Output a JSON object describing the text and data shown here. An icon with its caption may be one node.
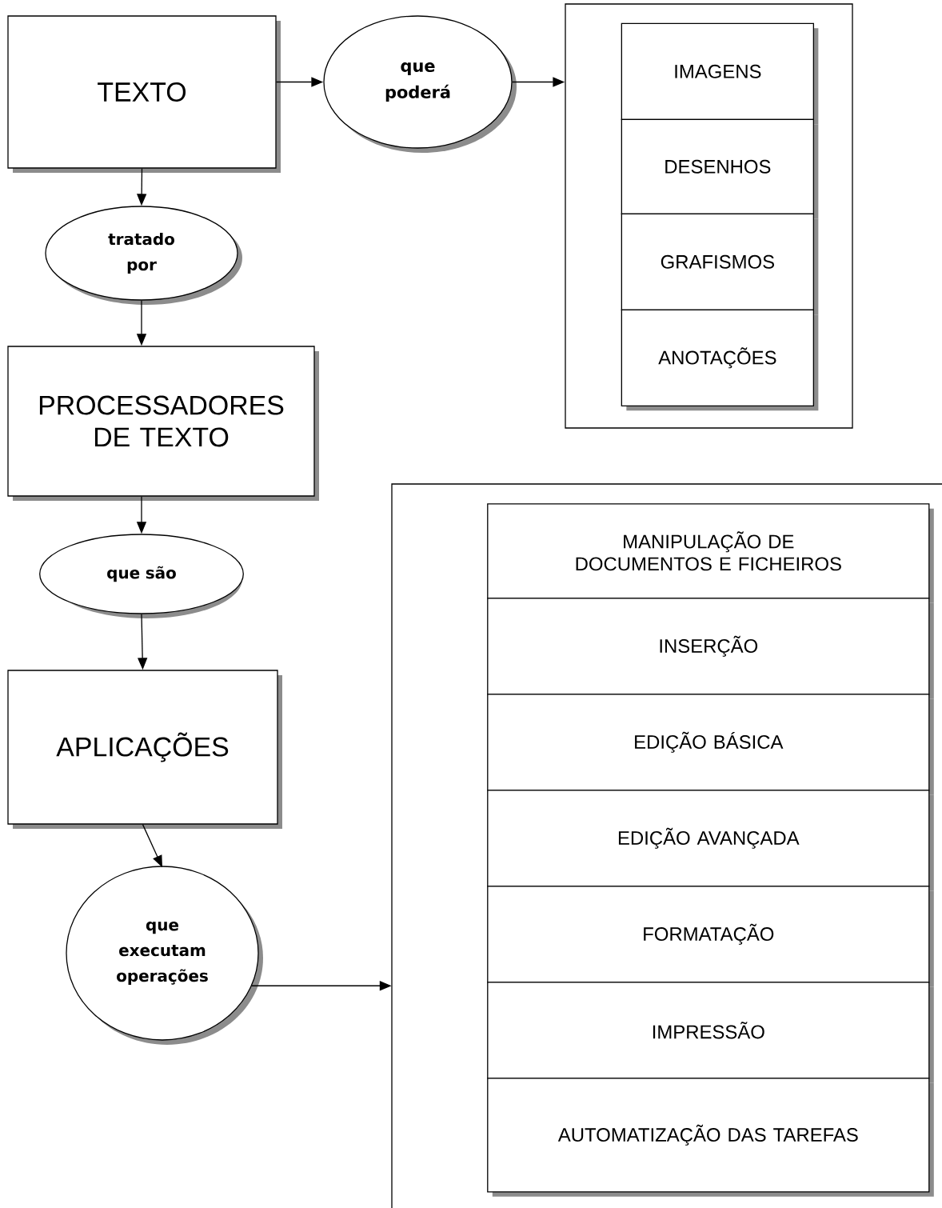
{
  "diagram": {
    "nodes": [
      {
        "text": [
          "TEXTO"
        ]
      },
      {
        "text": [
          "que poderá"
        ]
      },
      {
        "text": [],
        "shape": "box"
      },
      {
        "text": [
          "IMAGENS"
        ],
        "in": 2
      },
      {
        "text": [
          "DESENHOS"
        ],
        "in": 2
      },
      {
        "text": [
          "GRAFISMOS"
        ],
        "in": 2
      },
      {
        "text": [
          "ANOTAÇÕES"
        ],
        "in": 2
      },
      {
        "text": [
          "tratado por"
        ]
      },
      {
        "text": [
          "PROCESSADORES DE TEXTO"
        ]
      },
      {
        "text": [
          "que são"
        ]
      },
      {
        "text": [
          "APLICAÇÕES"
        ]
      },
      {
        "text": [
          "que executam operações"
        ]
      },
      {
        "text": [],
        "shape": "box"
      },
      {
        "text": [
          "MANIPULAÇÃO DE DOCUMENTOS E FICHEIROS"
        ],
        "in": 12
      },
      {
        "text": [
          "INSERÇÃO"
        ],
        "in": 12
      },
      {
        "text": [
          "EDIÇÃO BÁSICA"
        ],
        "in": 12
      },
      {
        "text": [
          "EDIÇÃO AVANÇADA"
        ],
        "in": 12
      },
      {
        "text": [
          "FORMATAÇÃO"
        ],
        "in": 12
      },
      {
        "text": [
          "IMPRESSÃO"
        ],
        "in": 12
      },
      {
        "text": [
          "AUTOMATIZAÇÃO DAS TAREFAS"
        ],
        "in": 12
      }
    ],
    "edges": [
      {
        "from": 0,
        "to": 1,
        "arrow": "to"
      },
      {
        "from": 1,
        "to": 2,
        "arrow": "to"
      },
      {
        "from": 0,
        "to": 7,
        "arrow": "to"
      },
      {
        "from": 7,
        "to": 8,
        "arrow": "to"
      },
      {
        "from": 8,
        "to": 9,
        "arrow": "to"
      },
      {
        "from": 9,
        "to": 10,
        "arrow": "to"
      },
      {
        "from": 10,
        "to": 11,
        "arrow": "to"
      },
      {
        "from": 11,
        "to": 12,
        "arrow": "to"
      }
    ]
  }
}
